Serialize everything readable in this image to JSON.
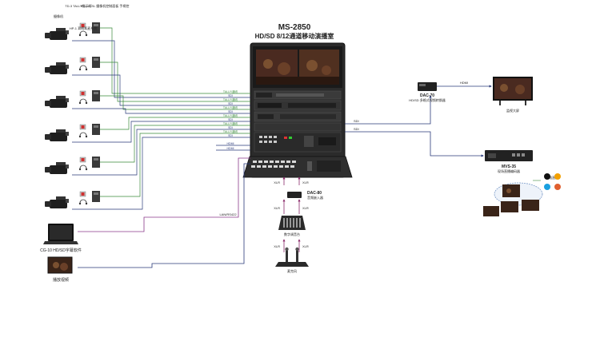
{
  "title": {
    "model": "MS-2850",
    "subtitle": "HD/SD 8/12通道移动演播室"
  },
  "camera_group": {
    "camera_label": "摄像机",
    "tally_label": "TD-3 TALLY指示灯",
    "rc_label": "RC-100SL 摄像机控制面板 手柄控",
    "intercom_label": "HP-1 耳机耳麦系统"
  },
  "signal_labels": {
    "tally": "TALLY/通讯",
    "sdi": "SDI",
    "hdmi": "HDMI",
    "lan": "LAN/RS422"
  },
  "dac70": {
    "name": "DAC-70",
    "desc": "HD/SD 多格式视频转换器"
  },
  "hdmi_out_label": "HDMI",
  "monitor_label": "监视大屏",
  "mvs": {
    "name": "MVS-35",
    "desc": "现场直播编码器"
  },
  "stream_label": "网络直播",
  "dac80": {
    "name": "DAC-80",
    "desc": "音频嵌入器"
  },
  "audio_labels": {
    "xlr": "XLR"
  },
  "mixer_label": "数字调音台",
  "mic_label": "麦克风",
  "cg10_label": "CG-10 HD/SD字幕软件",
  "video_label": "播放视频",
  "sdi_out_labels": [
    "SDI",
    "SDI"
  ],
  "colors": {
    "tally_line": "#3a8a3a",
    "sdi_line": "#2a3a7a",
    "lan_line": "#8a3a8a",
    "xlr_line": "#8a2a6a"
  }
}
